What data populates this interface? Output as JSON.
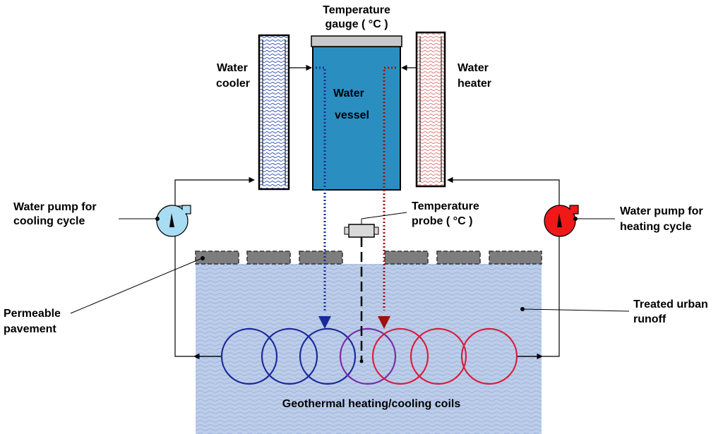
{
  "labels": {
    "temperature_gauge_line1": "Temperature",
    "temperature_gauge_line2": "gauge ( °C )",
    "water_cooler_line1": "Water",
    "water_cooler_line2": "cooler",
    "water_heater_line1": "Water",
    "water_heater_line2": "heater",
    "water_vessel_line1": "Water",
    "water_vessel_line2": "vessel",
    "pump_cooling_line1": "Water pump for",
    "pump_cooling_line2": "cooling cycle",
    "pump_heating_line1": "Water pump for",
    "pump_heating_line2": "heating cycle",
    "temperature_probe_line1": "Temperature",
    "temperature_probe_line2": "probe ( °C )",
    "permeable_pavement_line1": "Permeable",
    "permeable_pavement_line2": "pavement",
    "treated_runoff_line1": "Treated urban",
    "treated_runoff_line2": "runoff",
    "coils": "Geothermal heating/cooling coils"
  },
  "colors": {
    "cold": "#1a2a9a",
    "hot": "#a01010",
    "coil_cold": "#1c2a9c",
    "coil_mixed": "#7a2aa8",
    "coil_hot": "#d81e3c",
    "vessel": "#2a8fc0",
    "runoff": "#b4c6e6",
    "pump_cooling": "#a8dcf2",
    "pump_heating": "#f01818",
    "pavement": "#7d7d7d"
  },
  "icons": {
    "pump_cooling": "pump-icon",
    "pump_heating": "pump-icon",
    "probe": "temperature-probe-icon",
    "gauge": "temperature-gauge-icon"
  }
}
